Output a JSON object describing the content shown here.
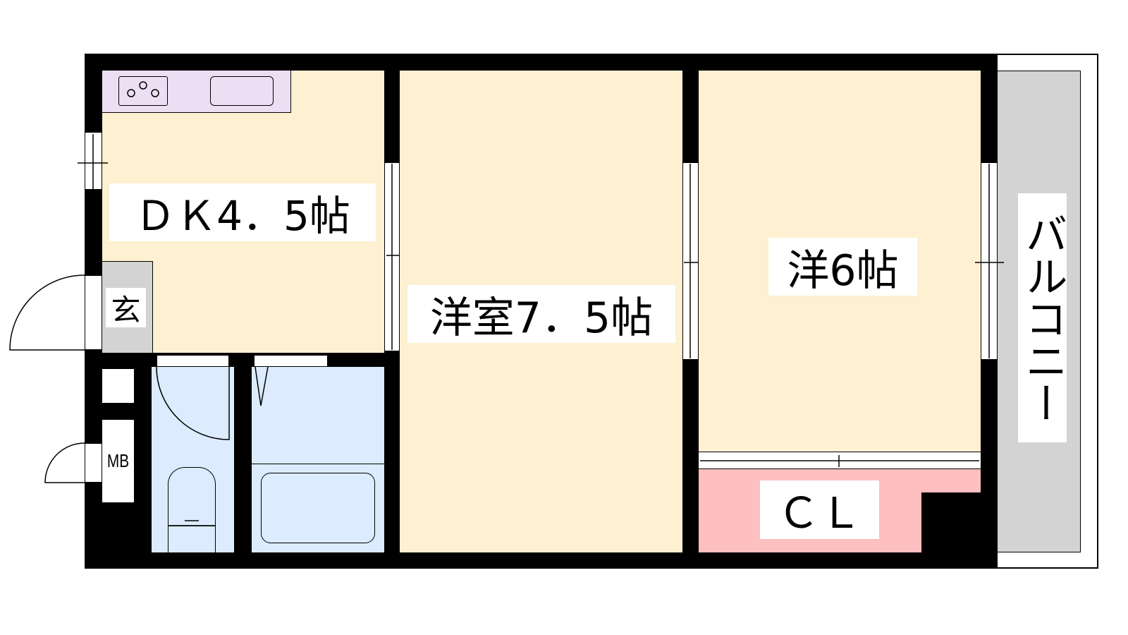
{
  "rooms": {
    "dk": "ＤＫ4．5帖",
    "entrance": "玄",
    "western_room_1": "洋室7．5帖",
    "western_room_2": "洋6帖",
    "closet": "ＣＬ",
    "balcony": "バルコニー",
    "meter_box": "MB"
  },
  "colors": {
    "living": "#fdf1d2",
    "kitchen": "#ecdff3",
    "wet": "#dcebfd",
    "closet": "#fdbfbf",
    "balcony": "#d3d3d3",
    "entrance": "#d3d3d3"
  }
}
